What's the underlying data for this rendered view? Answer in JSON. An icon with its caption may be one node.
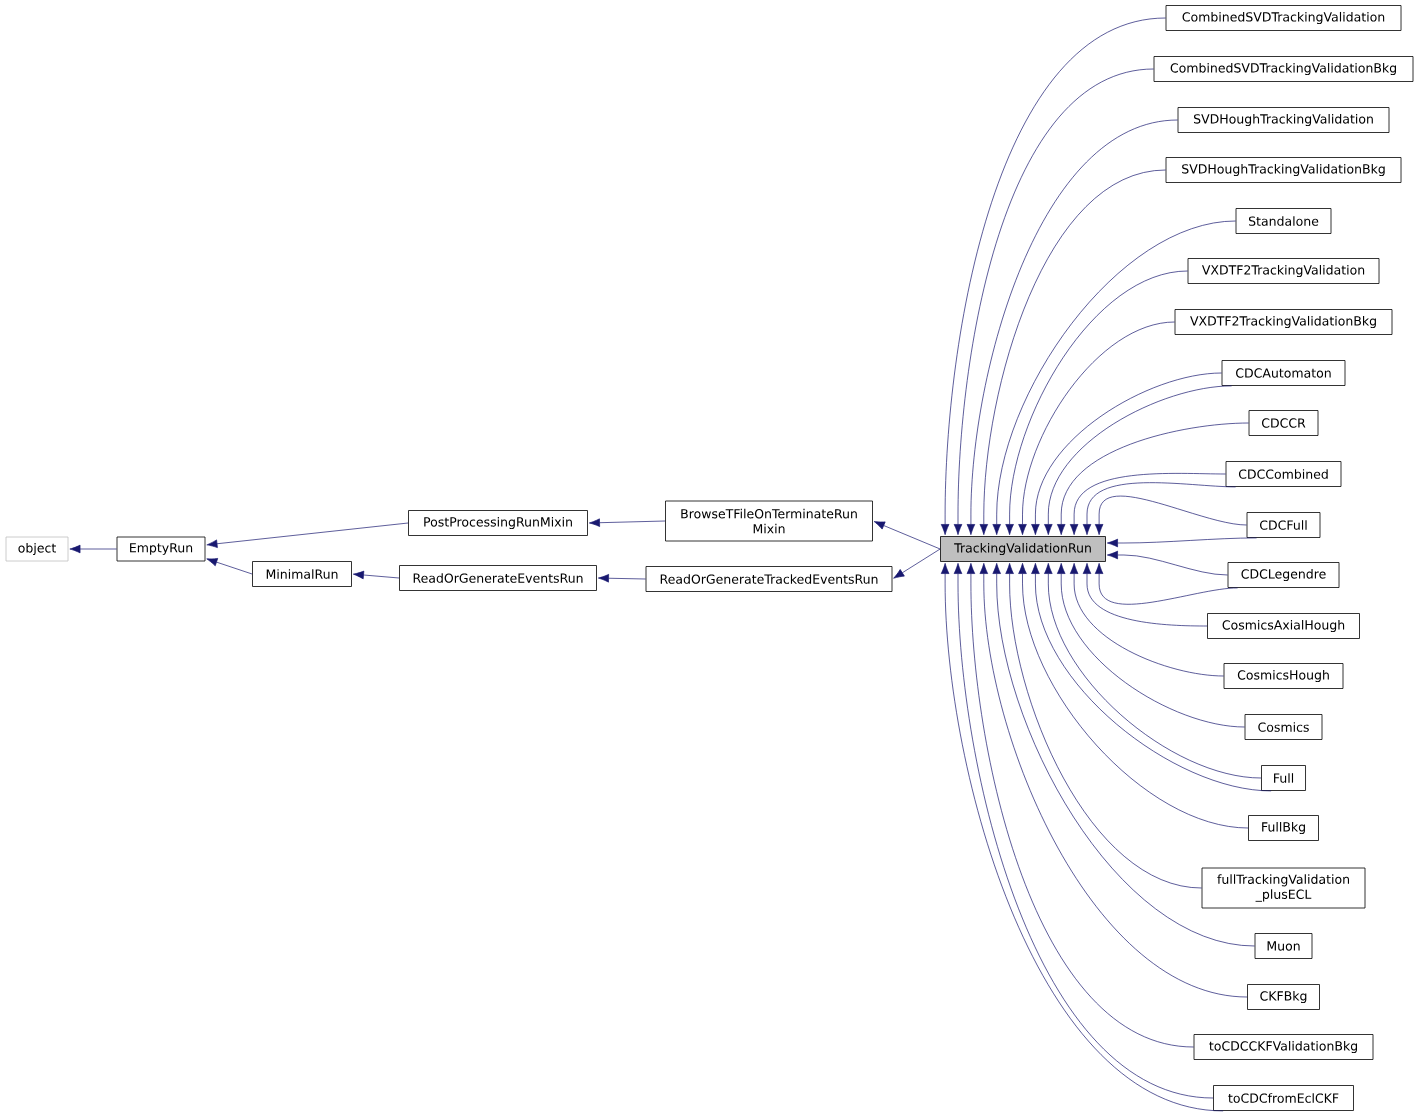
{
  "diagram": {
    "nodes": [
      {
        "text": [
          "object"
        ]
      },
      {
        "text": [
          "EmptyRun"
        ]
      },
      {
        "text": [
          "PostProcessingRunMixin"
        ]
      },
      {
        "text": [
          "MinimalRun"
        ]
      },
      {
        "text": [
          "ReadOrGenerateEventsRun"
        ]
      },
      {
        "text": [
          "BrowseTFileOnTerminateRun Mixin"
        ]
      },
      {
        "text": [
          "ReadOrGenerateTrackedEventsRun"
        ]
      },
      {
        "text": [
          "TrackingValidationRun"
        ]
      },
      {
        "text": [
          "CombinedSVDTrackingValidation"
        ]
      },
      {
        "text": [
          "CombinedSVDTrackingValidationBkg"
        ]
      },
      {
        "text": [
          "SVDHoughTrackingValidation"
        ]
      },
      {
        "text": [
          "SVDHoughTrackingValidationBkg"
        ]
      },
      {
        "text": [
          "Standalone"
        ]
      },
      {
        "text": [
          "VXDTF2TrackingValidation"
        ]
      },
      {
        "text": [
          "VXDTF2TrackingValidationBkg"
        ]
      },
      {
        "text": [
          "CDCAutomaton"
        ]
      },
      {
        "text": [
          "CDCCR"
        ]
      },
      {
        "text": [
          "CDCCombined"
        ]
      },
      {
        "text": [
          "CDCFull"
        ]
      },
      {
        "text": [
          "CDCLegendre"
        ]
      },
      {
        "text": [
          "CosmicsAxialHough"
        ]
      },
      {
        "text": [
          "CosmicsHough"
        ]
      },
      {
        "text": [
          "Cosmics"
        ]
      },
      {
        "text": [
          "Full"
        ]
      },
      {
        "text": [
          "FullBkg"
        ]
      },
      {
        "text": [
          "fullTrackingValidation _plusECL"
        ]
      },
      {
        "text": [
          "Muon"
        ]
      },
      {
        "text": [
          "CKFBkg"
        ]
      },
      {
        "text": [
          "toCDCCKFValidationBkg"
        ]
      },
      {
        "text": [
          "toCDCfromEclCKF"
        ]
      }
    ],
    "edges": [
      {
        "from": 1,
        "to": 0,
        "arrow": "to"
      },
      {
        "from": 2,
        "to": 1,
        "arrow": "to"
      },
      {
        "from": 3,
        "to": 1,
        "arrow": "to"
      },
      {
        "from": 5,
        "to": 2,
        "arrow": "to"
      },
      {
        "from": 4,
        "to": 3,
        "arrow": "to"
      },
      {
        "from": 6,
        "to": 4,
        "arrow": "to"
      },
      {
        "from": 7,
        "to": 5,
        "arrow": "to"
      },
      {
        "from": 7,
        "to": 6,
        "arrow": "to"
      },
      {
        "from": 8,
        "to": 7,
        "arrow": "to"
      },
      {
        "from": 9,
        "to": 7,
        "arrow": "to"
      },
      {
        "from": 10,
        "to": 7,
        "arrow": "to"
      },
      {
        "from": 11,
        "to": 7,
        "arrow": "to"
      },
      {
        "from": 12,
        "to": 7,
        "arrow": "to"
      },
      {
        "from": 13,
        "to": 7,
        "arrow": "to"
      },
      {
        "from": 14,
        "to": 7,
        "arrow": "to"
      },
      {
        "from": 15,
        "to": 7,
        "arrow": "to"
      },
      {
        "from": 15,
        "to": 7,
        "arrow": "to"
      },
      {
        "from": 16,
        "to": 7,
        "arrow": "to"
      },
      {
        "from": 17,
        "to": 7,
        "arrow": "to"
      },
      {
        "from": 17,
        "to": 7,
        "arrow": "to"
      },
      {
        "from": 18,
        "to": 7,
        "arrow": "to"
      },
      {
        "from": 18,
        "to": 7,
        "arrow": "to"
      },
      {
        "from": 19,
        "to": 7,
        "arrow": "to"
      },
      {
        "from": 19,
        "to": 7,
        "arrow": "to"
      },
      {
        "from": 20,
        "to": 7,
        "arrow": "to"
      },
      {
        "from": 21,
        "to": 7,
        "arrow": "to"
      },
      {
        "from": 22,
        "to": 7,
        "arrow": "to"
      },
      {
        "from": 23,
        "to": 7,
        "arrow": "to"
      },
      {
        "from": 23,
        "to": 7,
        "arrow": "to"
      },
      {
        "from": 24,
        "to": 7,
        "arrow": "to"
      },
      {
        "from": 25,
        "to": 7,
        "arrow": "to"
      },
      {
        "from": 26,
        "to": 7,
        "arrow": "to"
      },
      {
        "from": 27,
        "to": 7,
        "arrow": "to"
      },
      {
        "from": 28,
        "to": 7,
        "arrow": "to"
      },
      {
        "from": 29,
        "to": 7,
        "arrow": "to"
      },
      {
        "from": 29,
        "to": 7,
        "arrow": "to"
      }
    ]
  }
}
